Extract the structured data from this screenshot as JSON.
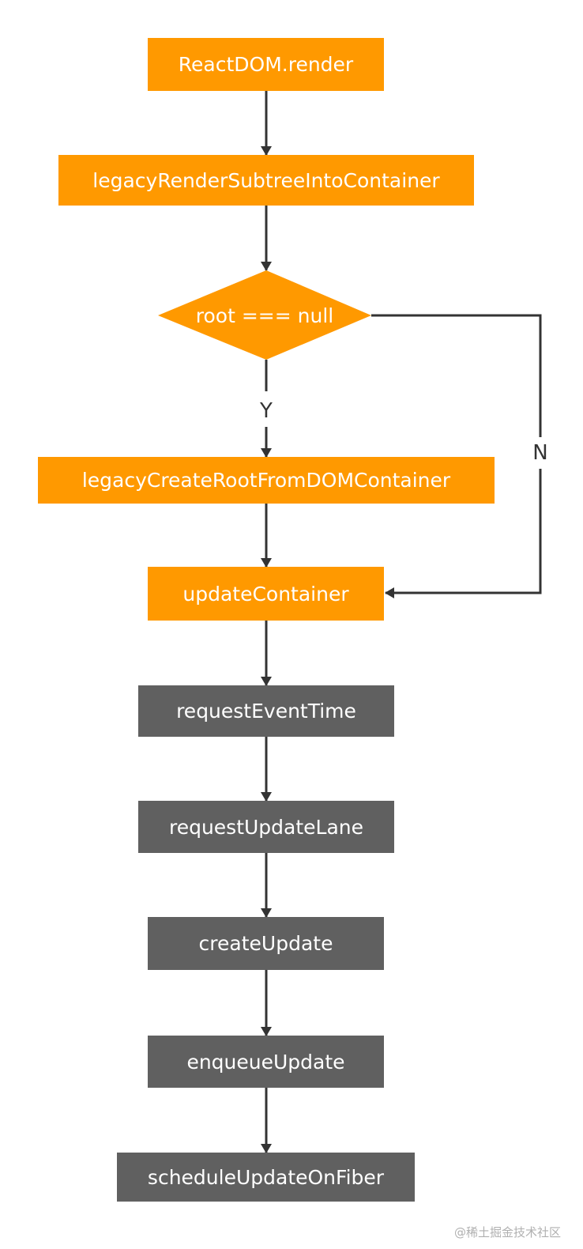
{
  "colors": {
    "process": "#ff9900",
    "inner_call": "#606060",
    "text": "#ffffff",
    "edge": "#333333"
  },
  "nodes": {
    "react_dom_render": "ReactDOM.render",
    "legacy_render_subtree": "legacyRenderSubtreeIntoContainer",
    "root_check": "root === null",
    "legacy_create_root": "legacyCreateRootFromDOMContainer",
    "update_container": "updateContainer",
    "request_event_time": "requestEventTime",
    "request_update_lane": "requestUpdateLane",
    "create_update": "createUpdate",
    "enqueue_update": "enqueueUpdate",
    "schedule_update_on_fiber": "scheduleUpdateOnFiber"
  },
  "edge_labels": {
    "yes": "Y",
    "no": "N"
  },
  "watermark": "@稀土掘金技术社区"
}
